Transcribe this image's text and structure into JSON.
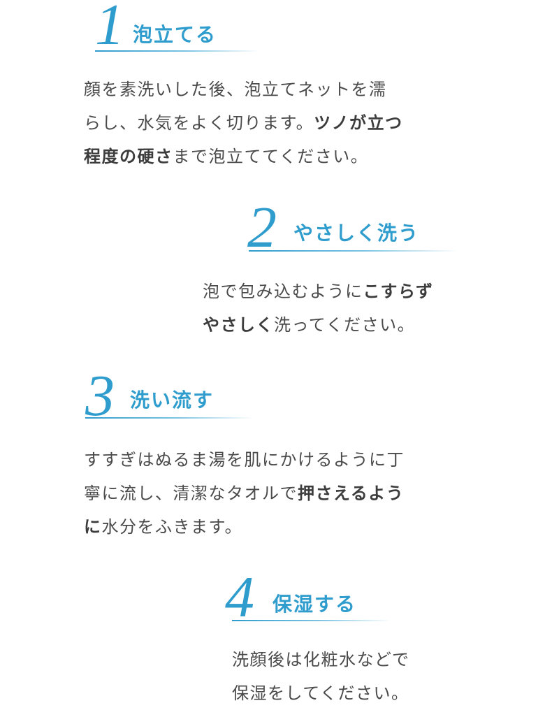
{
  "accent_color": "#2e9ccc",
  "text_color": "#4a4a4a",
  "steps": [
    {
      "number": "1",
      "title": "泡立てる",
      "body": [
        {
          "text": "顔を素洗いした後、泡立てネットを濡",
          "bold": false
        },
        {
          "text": "らし、水気をよく切ります。",
          "bold": false
        },
        {
          "text": "ツノが立つ",
          "bold": true
        },
        {
          "text": "程度の硬さ",
          "bold": true
        },
        {
          "text": "まで泡立ててください。",
          "bold": false
        }
      ]
    },
    {
      "number": "2",
      "title": "やさしく洗う",
      "body": [
        {
          "text": "泡で包み込むように",
          "bold": false
        },
        {
          "text": "こすらず",
          "bold": true
        },
        {
          "text": "やさしく",
          "bold": true
        },
        {
          "text": "洗ってください。",
          "bold": false
        }
      ]
    },
    {
      "number": "3",
      "title": "洗い流す",
      "body": [
        {
          "text": "すすぎはぬるま湯を肌にかけるように丁",
          "bold": false
        },
        {
          "text": "寧に流し、清潔なタオルで",
          "bold": false
        },
        {
          "text": "押さえるよう",
          "bold": true
        },
        {
          "text": "に",
          "bold": true
        },
        {
          "text": "水分をふきます。",
          "bold": false
        }
      ]
    },
    {
      "number": "4",
      "title": "保湿する",
      "body": [
        {
          "text": "洗顔後は化粧水などで",
          "bold": false
        },
        {
          "text": "保湿をしてください。",
          "bold": false
        }
      ]
    }
  ]
}
